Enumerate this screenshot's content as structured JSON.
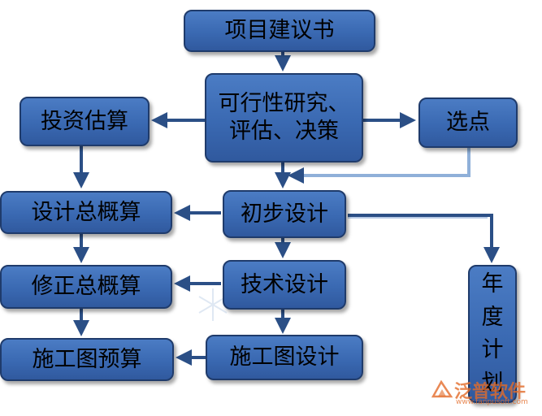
{
  "nodes": {
    "proposal": "项目建议书",
    "feasibility_line1": "可行性研究、",
    "feasibility_line2": "评估、决策",
    "investment": "投资估算",
    "site": "选点",
    "prelim_budget": "设计总概算",
    "prelim_design": "初步设计",
    "revised_budget": "修正总概算",
    "tech_design": "技术设计",
    "construction_budget": "施工图预算",
    "construction_design": "施工图设计",
    "annual_plan": [
      "年",
      "度",
      "计",
      "划"
    ]
  },
  "watermark": {
    "text": "泛普软件",
    "url": "www.fanpusoft.com"
  },
  "colors": {
    "box_fill": "#3a69b2",
    "box_border": "#1f3b6b",
    "arrow": "#2b4f86",
    "watermark": "#e36c2a"
  }
}
